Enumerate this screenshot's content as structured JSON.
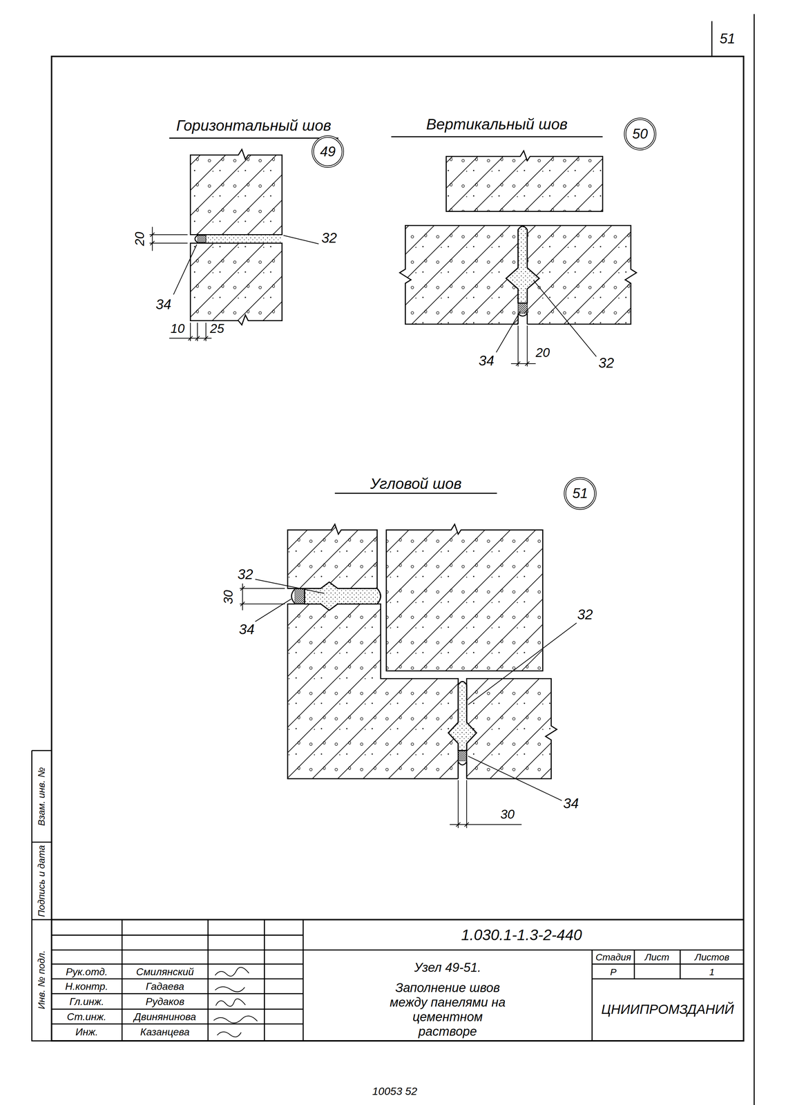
{
  "diagram": {
    "nodes": [
      {
        "text": [
          "49"
        ]
      },
      {
        "text": [
          "50"
        ]
      },
      {
        "text": [
          "51"
        ]
      }
    ],
    "labels": [
      "51",
      "Горизонтальный шов",
      "Вертикальный шов",
      "20",
      "32",
      "34",
      "10",
      "25",
      "34",
      "20",
      "32",
      "Угловой шов",
      "32",
      "30",
      "34",
      "32",
      "34",
      "30",
      "1.030.1-1.3-2-440",
      "Рук.отд.",
      "Смилянский",
      "Н.контр.",
      "Гадаева",
      "Гл.инж.",
      "Рудаков",
      "Ст.инж.",
      "Двинянинова",
      "Инж.",
      "Казанцева",
      "Узел 49-51.",
      "Заполнение швов между панелями на цементном растворе",
      "Стадия",
      "Лист",
      "Листов",
      "Р",
      "1",
      "ЦНИИПРОМЗДАНИЙ",
      "Инв. № подл.",
      "Подпись и дата",
      "Взам. инв. №",
      "10053 52"
    ]
  }
}
